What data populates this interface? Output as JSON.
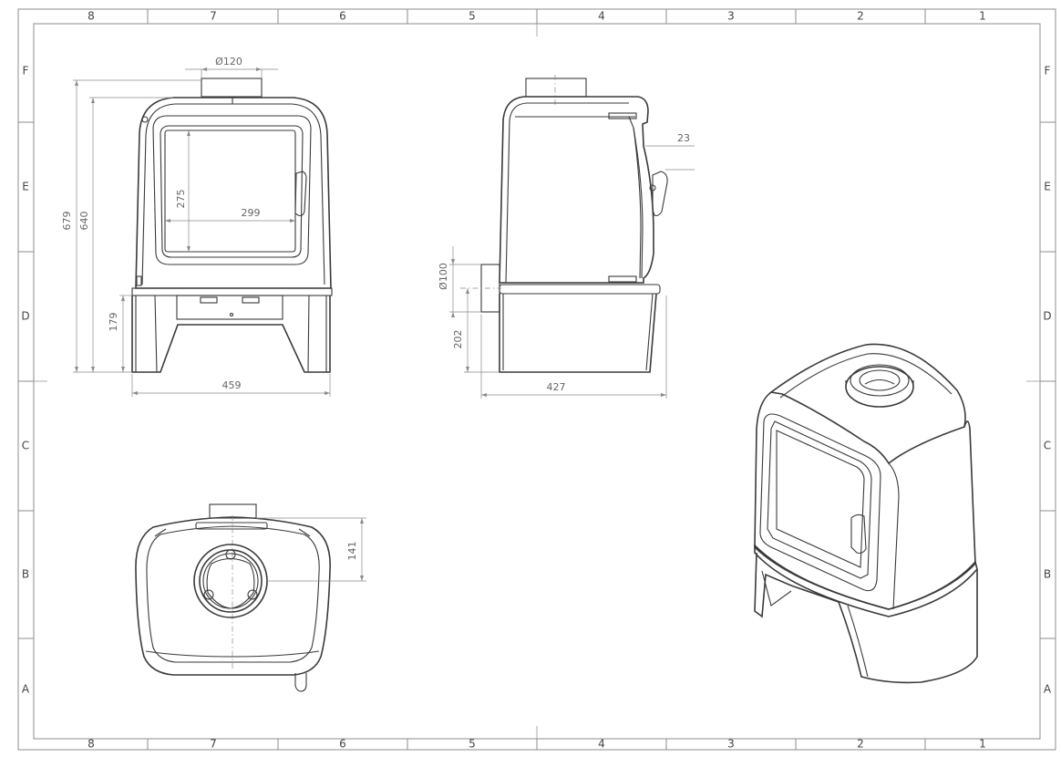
{
  "border": {
    "columns": [
      "8",
      "7",
      "6",
      "5",
      "4",
      "3",
      "2",
      "1"
    ],
    "rows": [
      "F",
      "E",
      "D",
      "C",
      "B",
      "A"
    ]
  },
  "front_view": {
    "flue_dia": "Ø120",
    "height_total": "679",
    "height_body": "640",
    "glass_height": "275",
    "glass_width": "299",
    "leg_height": "179",
    "width": "459"
  },
  "side_view": {
    "handle_offset": "23",
    "rear_flue_dia": "Ø100",
    "rear_flue_height": "202",
    "depth": "427"
  },
  "top_view": {
    "flue_offset": "141"
  }
}
